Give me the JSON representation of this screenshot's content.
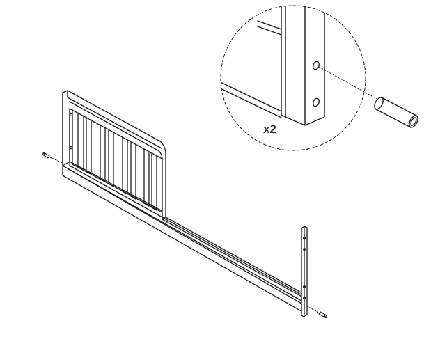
{
  "diagram": {
    "callout_label": "x2",
    "colors": {
      "line": "#1a1a1a",
      "paper": "#ffffff",
      "accent": "#333333"
    },
    "parts": [
      "guard-rail",
      "side-rail",
      "end-post",
      "dowel-pin"
    ]
  }
}
